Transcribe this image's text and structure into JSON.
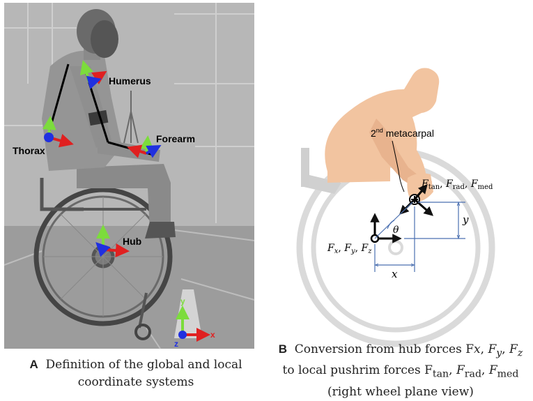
{
  "panel_a": {
    "labels": {
      "humerus": "Humerus",
      "thorax": "Thorax",
      "forearm": "Forearm",
      "hub": "Hub",
      "axis_x": "x",
      "axis_y": "y",
      "axis_z": "z"
    },
    "caption": {
      "letter": "A",
      "line1": "Definition of the global and local",
      "line2": "coordinate systems"
    }
  },
  "panel_b": {
    "labels": {
      "metacarpal_base": "2",
      "metacarpal_sup": "nd",
      "metacarpal_text": " metacarpal",
      "local_forces": "F",
      "hub_forces": "F",
      "theta": "θ",
      "x": "x",
      "y": "y"
    },
    "caption": {
      "letter": "B",
      "line1": "Conversion from hub forces F",
      "line2": "to local pushrim forces F",
      "line3": "(right wheel plane view)"
    }
  },
  "colors": {
    "body": "#f2c4a0",
    "wheel": "#d8d8d8",
    "axis_red": "#e02020",
    "axis_green": "#7cdc3c",
    "axis_blue": "#2030e0",
    "dim_blue": "#4a6fb0"
  }
}
